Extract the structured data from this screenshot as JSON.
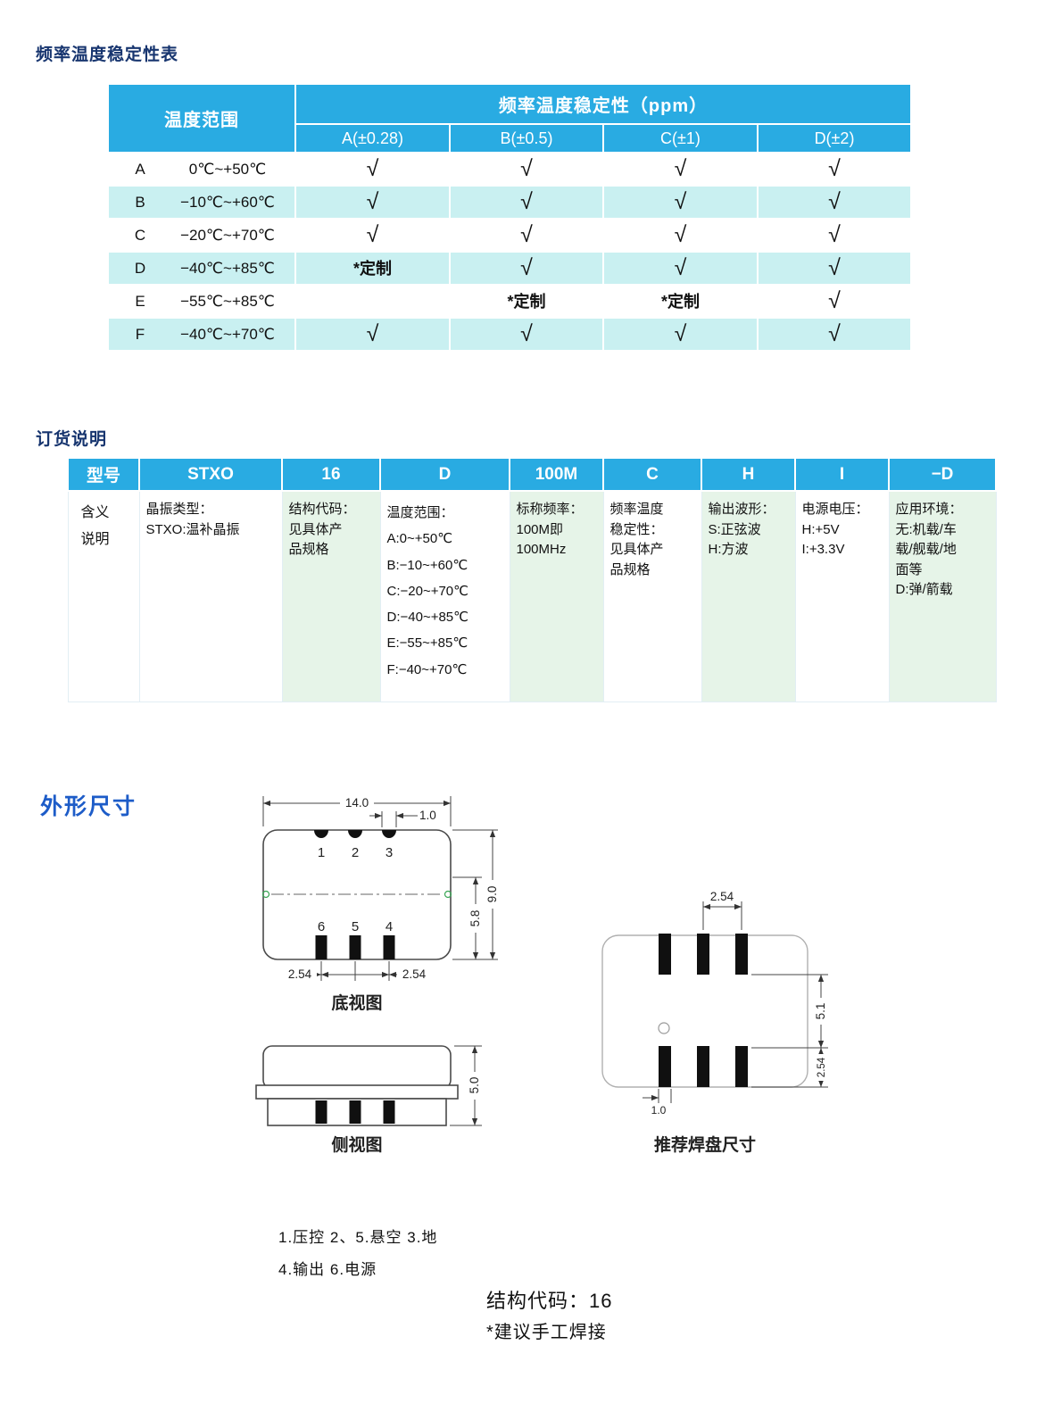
{
  "titles": {
    "stability": "频率温度稳定性表",
    "ordering": "订货说明",
    "dimensions": "外形尺寸"
  },
  "stability_table": {
    "temp_range_header": "温度范围",
    "ppm_header": "频率温度稳定性（ppm）",
    "grade_cols": [
      "A(±0.28)",
      "B(±0.5)",
      "C(±1)",
      "D(±2)"
    ],
    "rows": [
      {
        "letter": "A",
        "range": "0℃~+50℃",
        "cells": [
          "√",
          "√",
          "√",
          "√"
        ]
      },
      {
        "letter": "B",
        "range": "−10℃~+60℃",
        "cells": [
          "√",
          "√",
          "√",
          "√"
        ]
      },
      {
        "letter": "C",
        "range": "−20℃~+70℃",
        "cells": [
          "√",
          "√",
          "√",
          "√"
        ]
      },
      {
        "letter": "D",
        "range": "−40℃~+85℃",
        "cells": [
          "*定制",
          "√",
          "√",
          "√"
        ]
      },
      {
        "letter": "E",
        "range": "−55℃~+85℃",
        "cells": [
          "",
          "*定制",
          "*定制",
          "√"
        ]
      },
      {
        "letter": "F",
        "range": "−40℃~+70℃",
        "cells": [
          "√",
          "√",
          "√",
          "√"
        ]
      }
    ]
  },
  "ordering_table": {
    "headers": [
      "型号",
      "STXO",
      "16",
      "D",
      "100M",
      "C",
      "H",
      "I",
      "−D"
    ],
    "row_label": "含义\n说明",
    "cells": [
      "晶振类型：\nSTXO:温补晶振",
      "结构代码：\n见具体产\n品规格",
      "温度范围：\nA:0~+50℃\nB:−10~+60℃\nC:−20~+70℃\nD:−40~+85℃\nE:−55~+85℃\nF:−40~+70℃",
      "标称频率：\n100M即\n100MHz",
      "频率温度\n稳定性：\n见具体产\n品规格",
      "输出波形：\nS:正弦波\nH:方波",
      "电源电压：\nH:+5V\nI:+3.3V",
      "应用环境：\n无:机载/车\n载/舰载/地\n面等\nD:弹/箭载"
    ]
  },
  "drawings": {
    "bottom_view": {
      "label": "底视图",
      "dim_width": "14.0",
      "dim_notch": "1.0",
      "dim_inner": "5.8",
      "dim_height": "9.0",
      "dim_pitch_left": "2.54",
      "dim_pitch_right": "2.54",
      "pins_top": [
        "1",
        "2",
        "3"
      ],
      "pins_bottom": [
        "6",
        "5",
        "4"
      ]
    },
    "side_view": {
      "label": "侧视图",
      "dim_height": "5.0"
    },
    "pad_layout": {
      "label": "推荐焊盘尺寸",
      "dim_pitch": "2.54",
      "dim_gap": "5.1",
      "dim_pad_height": "2.54",
      "dim_pad_width": "1.0"
    },
    "notes": {
      "pins_line1": "1.压控 2、5.悬空 3.地",
      "pins_line2": "4.输出 6.电源",
      "structure_code": "结构代码：16",
      "solder": "*建议手工焊接"
    }
  }
}
